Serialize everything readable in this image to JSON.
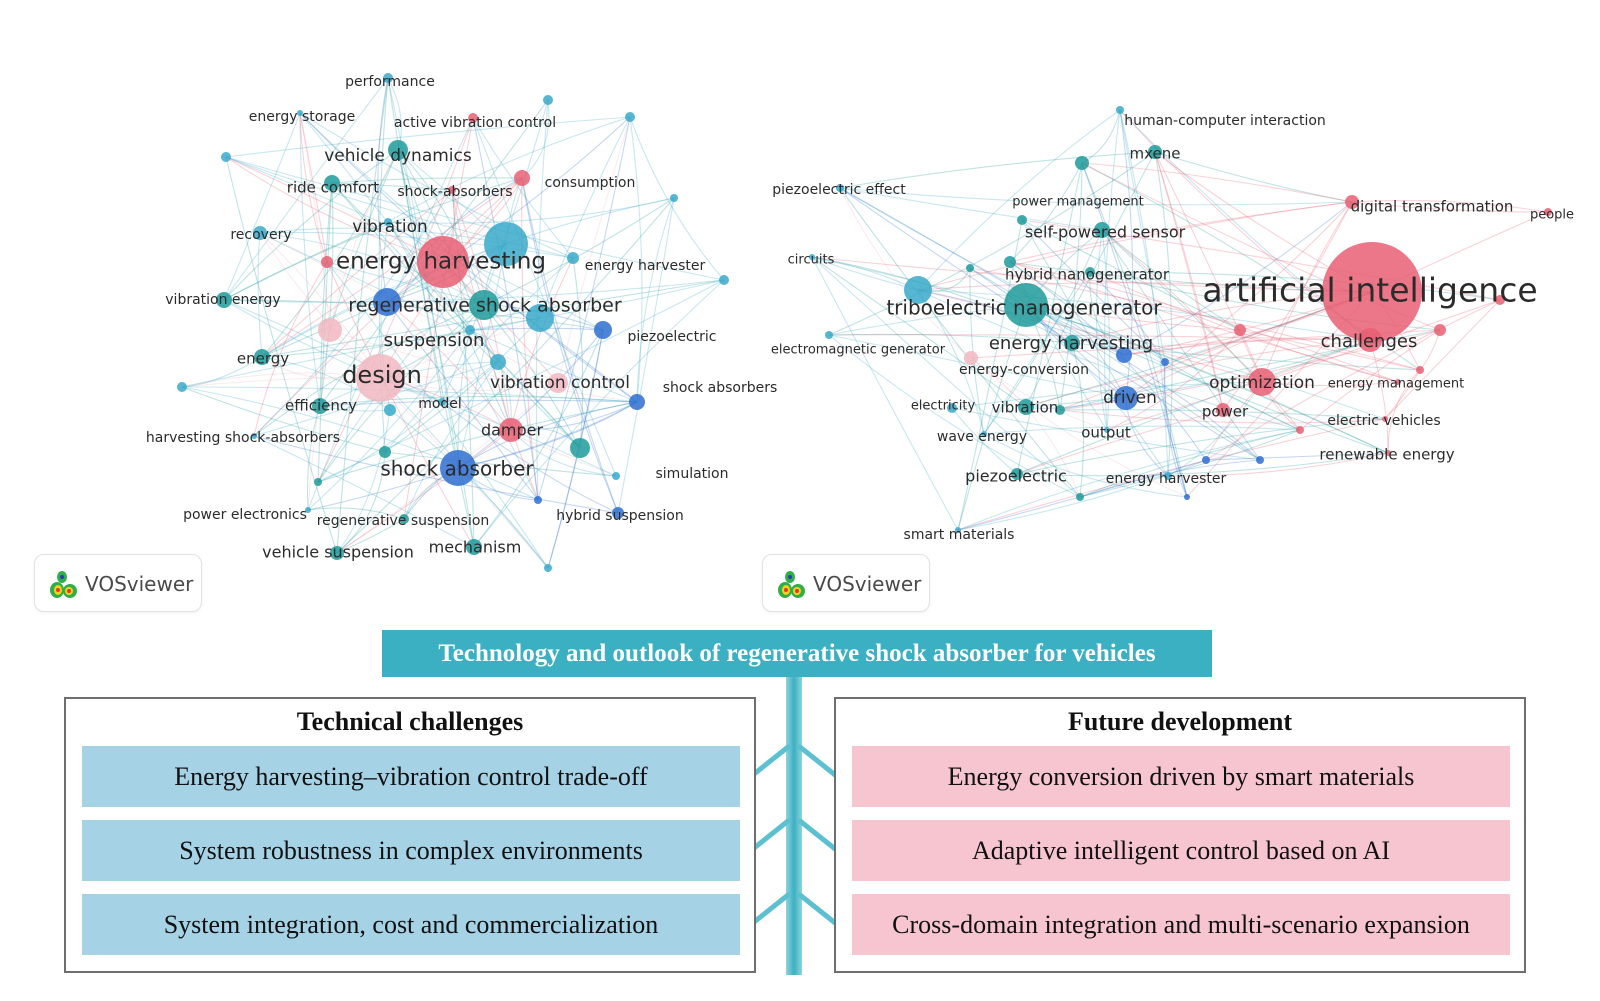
{
  "left_map": {
    "labels": [
      "performance",
      "energy storage",
      "active vibration control",
      "vehicle dynamics",
      "consumption",
      "ride comfort",
      "shock-absorbers",
      "vibration",
      "recovery",
      "energy harvesting",
      "energy harvester",
      "vibration energy",
      "regenerative shock absorber",
      "suspension",
      "piezoelectric",
      "energy",
      "design",
      "vibration control",
      "shock absorbers",
      "efficiency",
      "model",
      "damper",
      "harvesting shock-absorbers",
      "shock absorber",
      "simulation",
      "power electronics",
      "regenerative suspension",
      "hybrid suspension",
      "vehicle suspension",
      "mechanism"
    ],
    "badge_text": "VOSviewer"
  },
  "right_map": {
    "labels": [
      "human-computer interaction",
      "mxene",
      "piezoelectric effect",
      "power management",
      "digital transformation",
      "people",
      "self-powered sensor",
      "circuits",
      "hybrid nanogenerator",
      "artificial intelligence",
      "triboelectric nanogenerator",
      "challenges",
      "energy harvesting",
      "electromagnetic generator",
      "energy-conversion",
      "optimization",
      "energy management",
      "driven",
      "electricity",
      "vibration",
      "power",
      "electric vehicles",
      "wave energy",
      "output",
      "renewable energy",
      "piezoelectric",
      "energy harvester",
      "smart materials"
    ],
    "badge_text": "VOSviewer"
  },
  "banner": {
    "title": "Technology and outlook of regenerative shock absorber for vehicles"
  },
  "challenges": {
    "heading": "Technical challenges",
    "items": [
      "Energy harvesting–vibration control trade-off",
      "System robustness in complex environments",
      "System integration, cost and commercialization"
    ]
  },
  "future": {
    "heading": "Future development",
    "items": [
      "Energy conversion driven by smart materials",
      "Adaptive intelligent control based on AI",
      "Cross-domain integration and multi-scenario expansion"
    ]
  },
  "colors": {
    "cluster_cyan": "#3aa9c9",
    "cluster_teal": "#1f9a9a",
    "cluster_blue": "#2f6fd0",
    "cluster_red": "#e85f73",
    "cluster_pink": "#f2b7c1",
    "banner": "#3bb0c2",
    "challenge_fill": "#a6d2e6",
    "future_fill": "#f6c5d0"
  }
}
